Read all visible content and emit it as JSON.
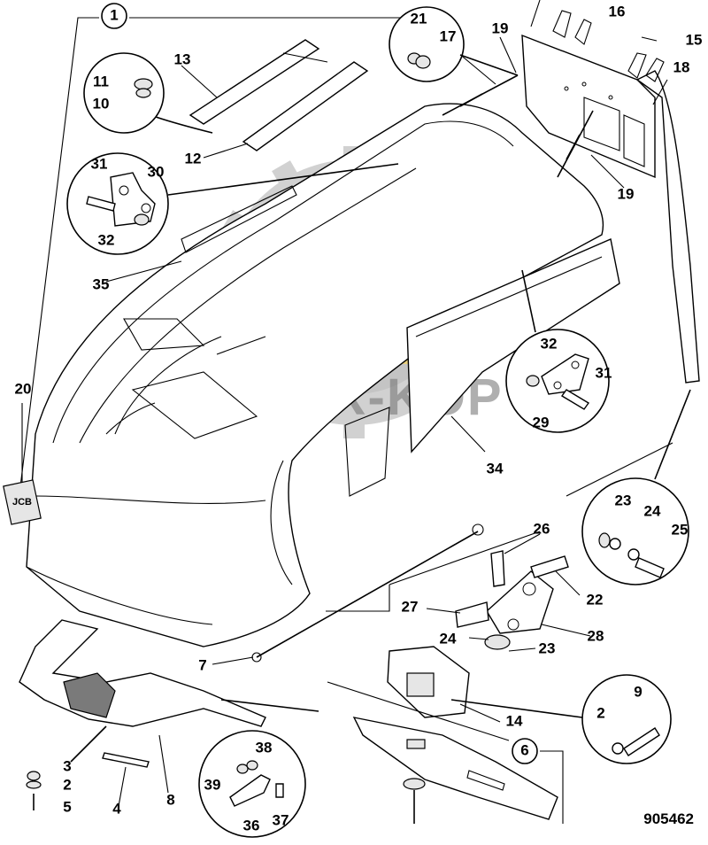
{
  "drawing_number": "905462",
  "watermark": {
    "text": "INTER-KOP",
    "colors": {
      "gear": "#9a9a9a",
      "excavator": "#f3d36b",
      "text": "#6f6f6f"
    }
  },
  "labels": {
    "l1": "1",
    "l2a": "2",
    "l2b": "2",
    "l3": "3",
    "l4": "4",
    "l5": "5",
    "l6": "6",
    "l7": "7",
    "l8": "8",
    "l9": "9",
    "l10": "10",
    "l11": "11",
    "l12": "12",
    "l13": "13",
    "l14": "14",
    "l15": "15",
    "l16": "16",
    "l17": "17",
    "l18": "18",
    "l19a": "19",
    "l19b": "19",
    "l20": "20",
    "l21": "21",
    "l22": "22",
    "l23a": "23",
    "l23b": "23",
    "l24a": "24",
    "l24b": "24",
    "l25": "25",
    "l26": "26",
    "l27": "27",
    "l28": "28",
    "l29": "29",
    "l30": "30",
    "l31a": "31",
    "l31b": "31",
    "l32a": "32",
    "l32b": "32",
    "l34": "34",
    "l35": "35",
    "l36": "36",
    "l37": "37",
    "l38": "38",
    "l39": "39"
  },
  "badge_text": "JCB"
}
